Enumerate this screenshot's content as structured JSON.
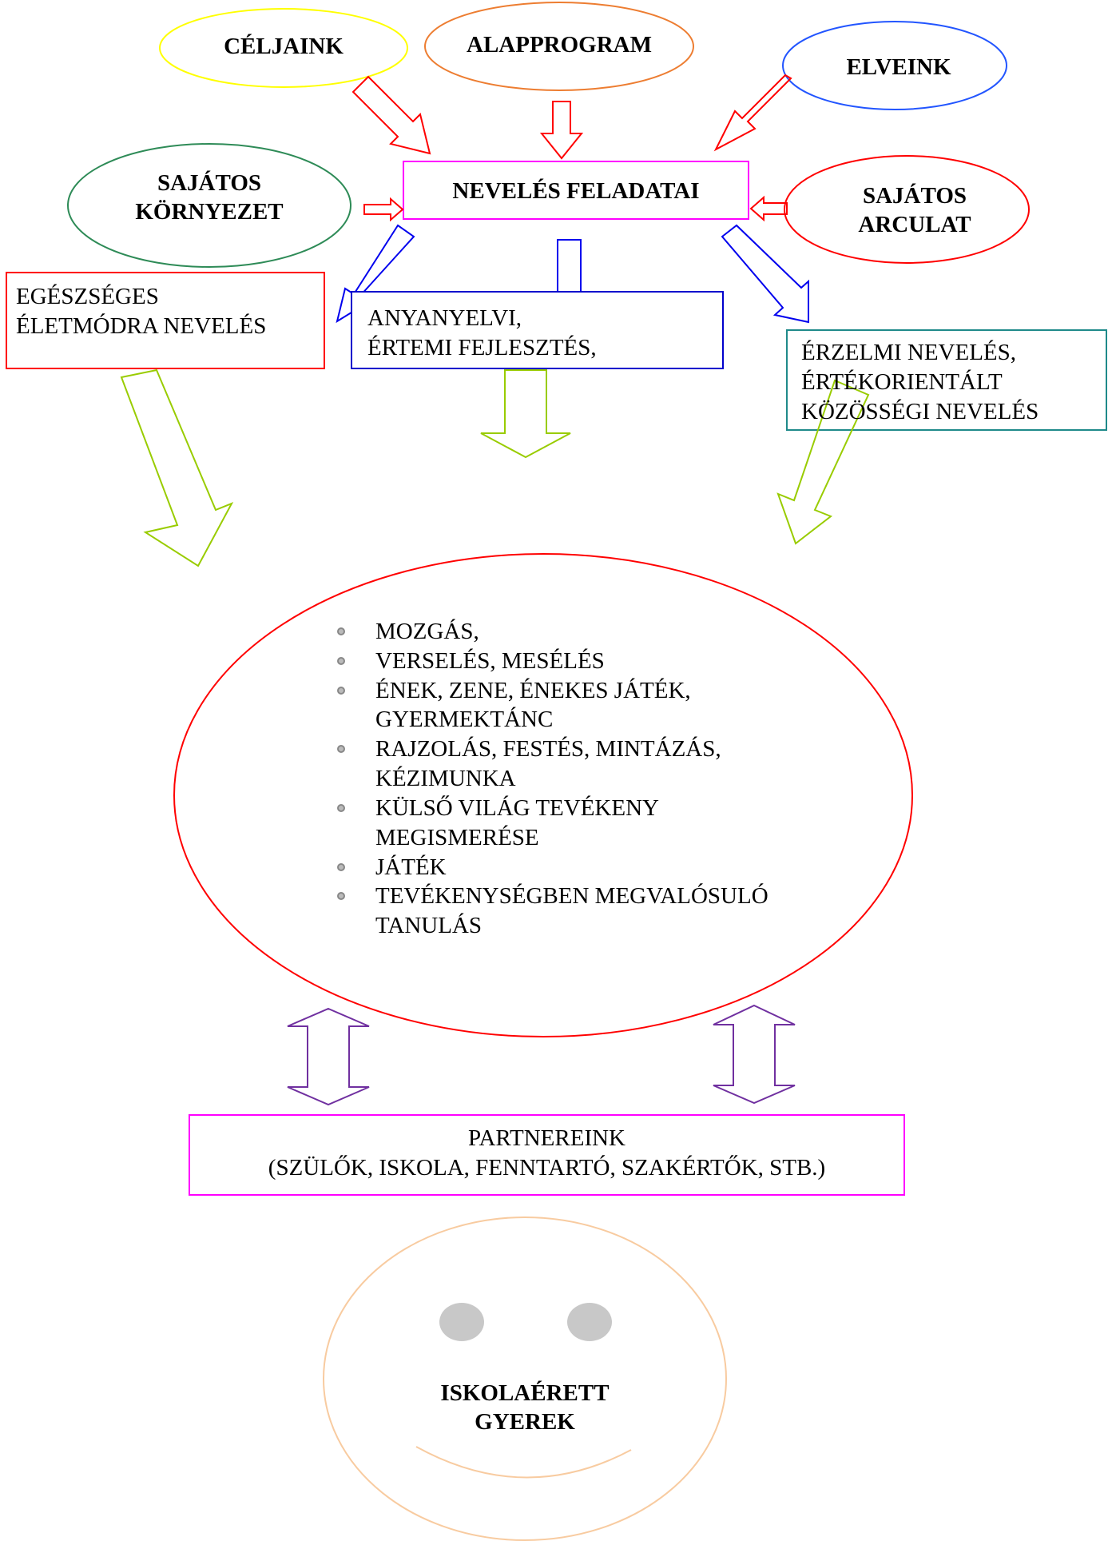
{
  "sources": {
    "celjaink": "CÉLJAINK",
    "alapprogram": "ALAPPROGRAM",
    "elveink": "ELVEINK",
    "sajatos_kornyezet": [
      "SAJÁTOS",
      "KÖRNYEZET"
    ],
    "sajatos_arculat": [
      "SAJÁTOS",
      "ARCULAT"
    ]
  },
  "center": {
    "title": "NEVELÉS FELADATAI"
  },
  "tasks": {
    "egeszseges": [
      "EGÉSZSÉGES",
      "ÉLETMÓDRA NEVELÉS"
    ],
    "anyanyelvi": [
      "ANYANYELVI,",
      "ÉRTEMI FEJLESZTÉS,"
    ],
    "erzelmi": [
      "ÉRZELMI NEVELÉS,",
      "ÉRTÉKORIENTÁLT",
      "KÖZÖSSÉGI NEVELÉS"
    ]
  },
  "activities": [
    "MOZGÁS,",
    "VERSELÉS, MESÉLÉS",
    "ÉNEK, ZENE, ÉNEKES JÁTÉK, GYERMEKTÁNC",
    "RAJZOLÁS, FESTÉS, MINTÁZÁS, KÉZIMUNKA",
    "KÜLSŐ VILÁG TEVÉKENY MEGISMERÉSE",
    "JÁTÉK",
    "TEVÉKENYSÉGBEN MEGVALÓSULÓ TANULÁS"
  ],
  "partners": {
    "title": "PARTNEREINK",
    "detail": "(SZÜLŐK, ISKOLA, FENNTARTÓ, SZAKÉRTŐK, STB.)"
  },
  "result": {
    "lines": [
      "ISKOLAÉRETT",
      "GYEREK"
    ]
  },
  "colors": {
    "yellow": "#ffff00",
    "orange": "#ed7d31",
    "blue": "#2255ff",
    "green": "#2e8b57",
    "red": "#ff0000",
    "magenta": "#ff00ff",
    "navy": "#0000cc",
    "teal": "#1f8a8a",
    "lime": "#99cc00",
    "purple": "#7030a0",
    "peach": "#f8cba0",
    "eye": "#c8c8c8"
  }
}
